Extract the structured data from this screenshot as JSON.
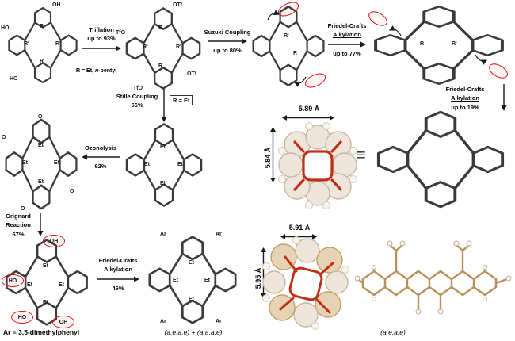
{
  "reactions": {
    "triflation": {
      "name": "Triflation",
      "yield": "up to 93%",
      "note_prefix": "R = Et, ",
      "note_italic": "n",
      "note_suffix": "-pentyl"
    },
    "suzuki": {
      "name": "Suzuki Coupling",
      "yield": "up to 80%"
    },
    "friedel_crafts_77": {
      "name1": "Friedel-Crafts",
      "name2": "Alkylation",
      "yield": "up to 77%"
    },
    "friedel_crafts_19": {
      "name1": "Friedel-Crafts",
      "name2": "Alkylation",
      "yield": "up to 19%"
    },
    "stille": {
      "name": "Stille Coupling",
      "yield": "66%",
      "condition": "R = Et"
    },
    "ozonolysis": {
      "name": "Ozonolysis",
      "yield": "62%"
    },
    "grignard": {
      "name1": "Grignard",
      "name2": "Reaction",
      "yield": "67%"
    },
    "friedel_crafts_46": {
      "name1": "Friedel-Crafts",
      "name2": "Alkylation",
      "yield": "46%"
    }
  },
  "structures": {
    "tetraol": {
      "oh_top": "OH",
      "ho_left": "HO",
      "ho_bottom": "HO",
      "r_top": "R",
      "r_right": "R'",
      "r_bottom": "R",
      "r_left": "R'"
    },
    "tetratriflate": {
      "otf_top": "OTf",
      "tfo_left": "TfO",
      "tfo_bottom": "TfO",
      "otf_right": "OTf",
      "r_top": "R",
      "r_right": "R'",
      "r_bottom": "R",
      "r_left": "R'"
    },
    "tetraisopropenyl": {
      "r1": "R'",
      "r2": "R"
    },
    "dimethyl_macrocycle": {
      "r1": "R",
      "r2": "R'"
    },
    "tetravinyl": {
      "et1": "Et",
      "et2": "Et",
      "et3": "Et",
      "et4": "Et"
    },
    "tetraaldehyde": {
      "o1": "O",
      "o2": "O",
      "o3": "O",
      "o4": "O",
      "et1": "Et",
      "et2": "Et",
      "et3": "Et",
      "et4": "Et"
    },
    "benzylic_tetraol": {
      "oh1": "OH",
      "oh2": "HO",
      "oh3": "HO",
      "oh4": "OH",
      "et1": "Et",
      "et2": "Et",
      "et3": "Et",
      "et4": "Et"
    },
    "tetraaryl": {
      "ar1": "Ar",
      "ar2": "Ar",
      "ar3": "Ar",
      "ar4": "Ar",
      "et1": "Et",
      "et2": "Et",
      "et3": "Et",
      "et4": "Et"
    }
  },
  "measurements": {
    "top_width": "5.89 Å",
    "top_height": "5.84 Å",
    "bottom_width": "5.91 Å",
    "bottom_height": "5.95 Å"
  },
  "captions": {
    "ar_definition": "Ar = 3,5-dimethylphenyl",
    "conformer_mix": "(a,e,a,e) + (a,a,a,e)",
    "conformer_single": "(a,e,a,e)",
    "equivalence": "≡"
  }
}
